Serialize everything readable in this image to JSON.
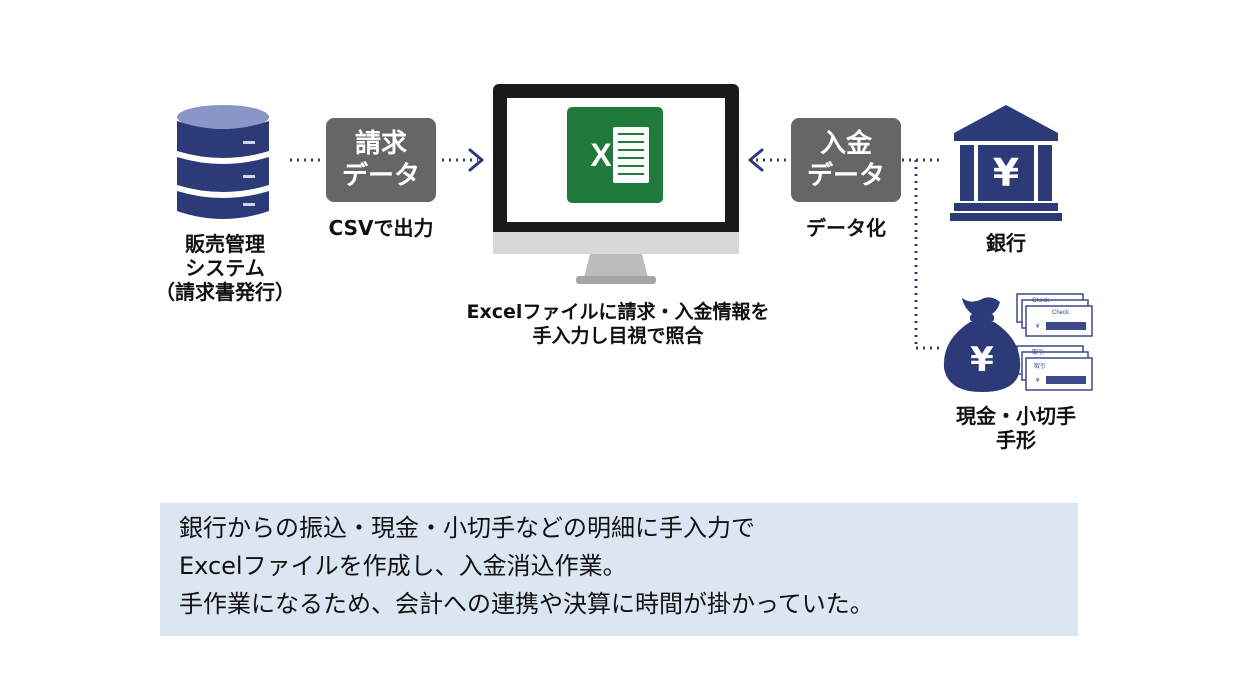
{
  "colors": {
    "navy": "#2d3a78",
    "gray_box": "#666666",
    "excel_green": "#1f7a3c",
    "info_bg": "#dce6f2",
    "dotted_line": "#2d3a78"
  },
  "icons": {
    "database": "database-icon",
    "monitor": "monitor-icon",
    "excel": "excel-icon",
    "bank": "bank-icon",
    "money_bag": "money-bag-icon",
    "checks": "check-icon"
  },
  "sales_system": {
    "line1": "販売管理",
    "line2": "システム",
    "line3": "（請求書発行）"
  },
  "invoice_box": {
    "line1": "請求",
    "line2": "データ",
    "caption": "CSVで出力"
  },
  "excel": {
    "letter": "X",
    "caption_line1": "Excelファイルに請求・入金情報を",
    "caption_line2": "手入力し目視で照合"
  },
  "payment_box": {
    "line1": "入金",
    "line2": "データ",
    "caption": "データ化"
  },
  "bank": {
    "symbol": "¥",
    "label": "銀行"
  },
  "cash": {
    "symbol": "¥",
    "label_line1": "現金・小切手",
    "label_line2": "手形",
    "check_title": "Check",
    "check_currency": "¥",
    "note_title": "取引"
  },
  "info": {
    "line1": "銀行からの振込・現金・小切手などの明細に手入力で",
    "line2": "Excelファイルを作成し、入金消込作業。",
    "line3": "手作業になるため、会計への連携や決算に時間が掛かっていた。"
  }
}
